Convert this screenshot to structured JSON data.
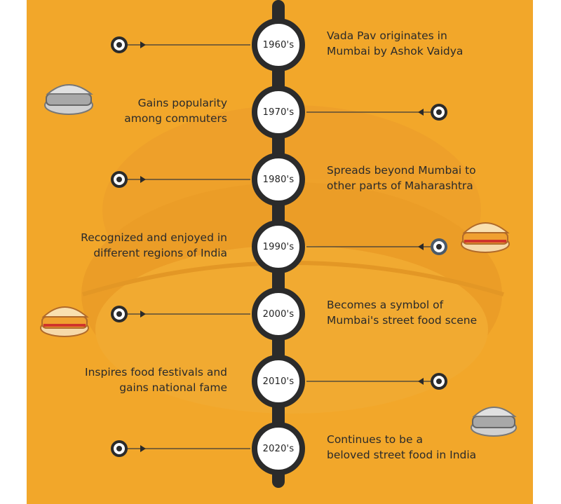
{
  "timeline": {
    "entries": [
      {
        "decade": "1960's",
        "line1": "Vada Pav originates in",
        "line2": "Mumbai by Ashok Vaidya",
        "side": "right"
      },
      {
        "decade": "1970's",
        "line1": "Gains popularity",
        "line2": "among commuters",
        "side": "left"
      },
      {
        "decade": "1980's",
        "line1": "Spreads beyond Mumbai to",
        "line2": "other parts of Maharashtra",
        "side": "right"
      },
      {
        "decade": "1990's",
        "line1": "Recognized and enjoyed in",
        "line2": "different regions of India",
        "side": "left"
      },
      {
        "decade": "2000's",
        "line1": "Becomes a symbol of",
        "line2": "Mumbai's street food scene",
        "side": "right"
      },
      {
        "decade": "2010's",
        "line1": "Inspires food festivals and",
        "line2": "gains national fame",
        "side": "left"
      },
      {
        "decade": "2020's",
        "line1": "Continues to be a",
        "line2": "beloved street food in India",
        "side": "right"
      }
    ]
  },
  "colors": {
    "background": "#F2A72A",
    "spine": "#2B2B2B",
    "text": "#2A2A2A",
    "marker_highlight": "#4A5A6A"
  },
  "icons": [
    "vada-pav-bw-icon",
    "vada-pav-color-icon",
    "vada-pav-color-icon",
    "vada-pav-bw-icon"
  ]
}
